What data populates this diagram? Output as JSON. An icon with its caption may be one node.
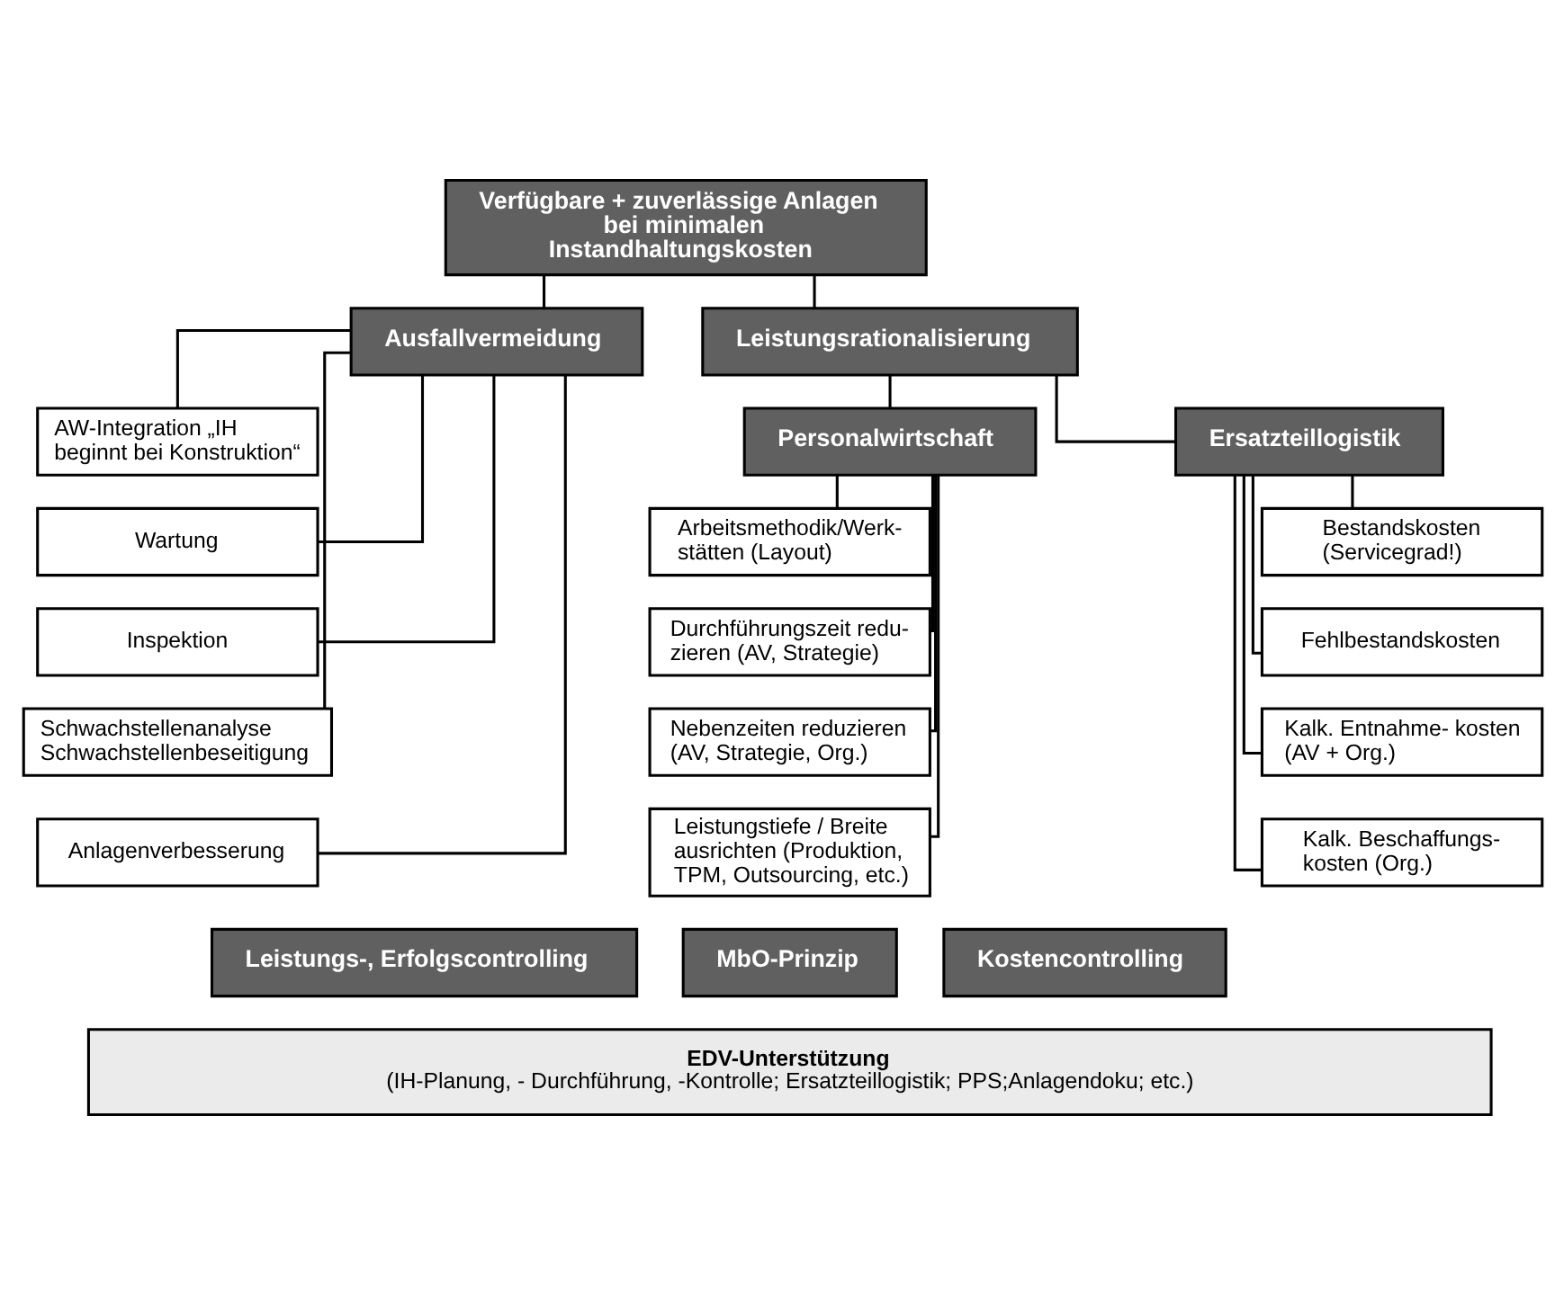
{
  "diagram": {
    "nodes": [
      {
        "text": [
          "Verfügbare + zuverlässige Anlagen bei minimalen Instandhaltungskosten"
        ]
      },
      {
        "text": [
          "Ausfallvermeidung"
        ]
      },
      {
        "text": [
          "Leistungsrationalisierung"
        ]
      },
      {
        "text": [
          "Personalwirtschaft"
        ]
      },
      {
        "text": [
          "Ersatzteillogistik"
        ]
      },
      {
        "text": [
          "AW-Integration „IH beginnt bei Konstruktion“"
        ]
      },
      {
        "text": [
          "Wartung"
        ]
      },
      {
        "text": [
          "Inspektion"
        ]
      },
      {
        "text": [
          "Schwachstellenanalyse Schwachstellenbeseitigung"
        ]
      },
      {
        "text": [
          "Anlagenverbesserung"
        ]
      },
      {
        "text": [
          "Arbeitsmethodik/Werk- stätten (Layout)"
        ]
      },
      {
        "text": [
          "Durchführungszeit redu- zieren (AV, Strategie)"
        ]
      },
      {
        "text": [
          "Nebenzeiten reduzieren (AV, Strategie, Org.)"
        ]
      },
      {
        "text": [
          "Leistungstiefe / Breite ausrichten (Produktion, TPM, Outsourcing, etc.)"
        ]
      },
      {
        "text": [
          "Bestandskosten (Servicegrad!)"
        ]
      },
      {
        "text": [
          "Fehlbestandskosten"
        ]
      },
      {
        "text": [
          "Kalk. Entnahme- kosten (AV + Org.)"
        ]
      },
      {
        "text": [
          "Kalk. Beschaffungs- kosten (Org.)"
        ]
      },
      {
        "text": [
          "Leistungs-, Erfolgscontrolling"
        ]
      },
      {
        "text": [
          "MbO-Prinzip"
        ]
      },
      {
        "text": [
          "Kostencontrolling"
        ]
      },
      {
        "text": [
          "EDV-Unterstützung",
          "(IH-Planung, - Durchführung, -Kontrolle; Ersatzteillogistik; PPS;Anlagendoku; etc.)"
        ]
      }
    ],
    "edges": [
      {
        "from": 0,
        "to": 1,
        "arrow": "none"
      },
      {
        "from": 0,
        "to": 2,
        "arrow": "none"
      },
      {
        "from": 2,
        "to": 3,
        "arrow": "none"
      },
      {
        "from": 2,
        "to": 4,
        "arrow": "none"
      },
      {
        "from": 1,
        "to": 5,
        "arrow": "none"
      },
      {
        "from": 1,
        "to": 6,
        "arrow": "none"
      },
      {
        "from": 1,
        "to": 7,
        "arrow": "none"
      },
      {
        "from": 1,
        "to": 8,
        "arrow": "none"
      },
      {
        "from": 1,
        "to": 9,
        "arrow": "none"
      },
      {
        "from": 3,
        "to": 10,
        "arrow": "none"
      },
      {
        "from": 3,
        "to": 11,
        "arrow": "none"
      },
      {
        "from": 3,
        "to": 12,
        "arrow": "none"
      },
      {
        "from": 3,
        "to": 13,
        "arrow": "none"
      },
      {
        "from": 4,
        "to": 14,
        "arrow": "none"
      },
      {
        "from": 4,
        "to": 15,
        "arrow": "none"
      },
      {
        "from": 4,
        "to": 16,
        "arrow": "none"
      },
      {
        "from": 4,
        "to": 17,
        "arrow": "none"
      }
    ]
  }
}
